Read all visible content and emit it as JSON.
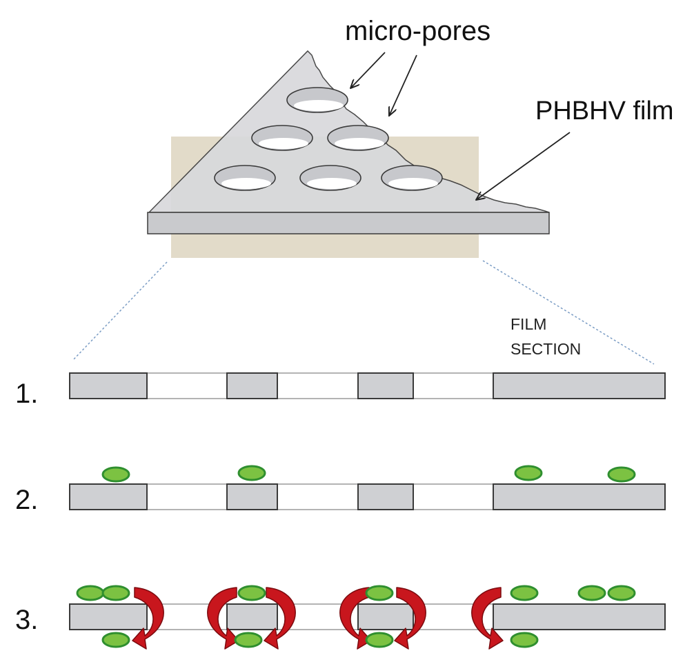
{
  "labels": {
    "micro_pores": "micro-pores",
    "film": "PHBHV film",
    "film_section": [
      "FILM",
      "SECTION"
    ]
  },
  "steps": [
    "1.",
    "2.",
    "3."
  ],
  "colors": {
    "film_fill": "#cfd0d3",
    "film_stroke": "#3a3a3a",
    "highlight_band": "#ddd5c0",
    "cell_fill": "#7cc242",
    "cell_stroke": "#2f8f2f",
    "arrow_fill": "#c8161d",
    "arrow_stroke": "#7a0a0e",
    "zoom_line": "#7a9cc4"
  }
}
